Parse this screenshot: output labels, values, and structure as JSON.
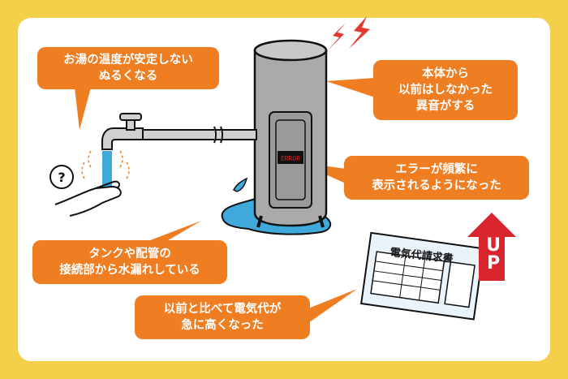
{
  "callouts": {
    "water_temp": "お湯の温度が安定しない\nぬるくなる",
    "noise": "本体から\n以前はしなかった\n異音がする",
    "error": "エラーが頻繁に\n表示されるようになった",
    "leak": "タンクや配管の\n接続部から水漏れしている",
    "electric": "以前と比べて電気代が\n急に高くなった"
  },
  "heater": {
    "display_text": "ERROR"
  },
  "bill": {
    "title": "電気代請求書",
    "up_text": "U\nP"
  },
  "question_mark": "?",
  "colors": {
    "background": "#f3cf4a",
    "accent": "#ef7d22",
    "up_red": "#d9262e",
    "water": "#3fa9dc",
    "error_red": "#e02020"
  }
}
